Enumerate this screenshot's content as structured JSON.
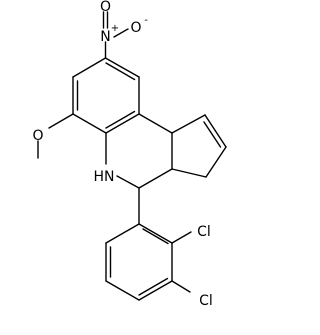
{
  "structure": {
    "atoms": {
      "nitro_o_top": "O",
      "nitro_o_right": "O",
      "nitro_o_right_charge": "-",
      "nitro_n": "N",
      "nitro_n_charge": "+",
      "methoxy_o": "O",
      "amine": "HN",
      "cl_upper": "Cl",
      "cl_lower": "Cl"
    }
  }
}
